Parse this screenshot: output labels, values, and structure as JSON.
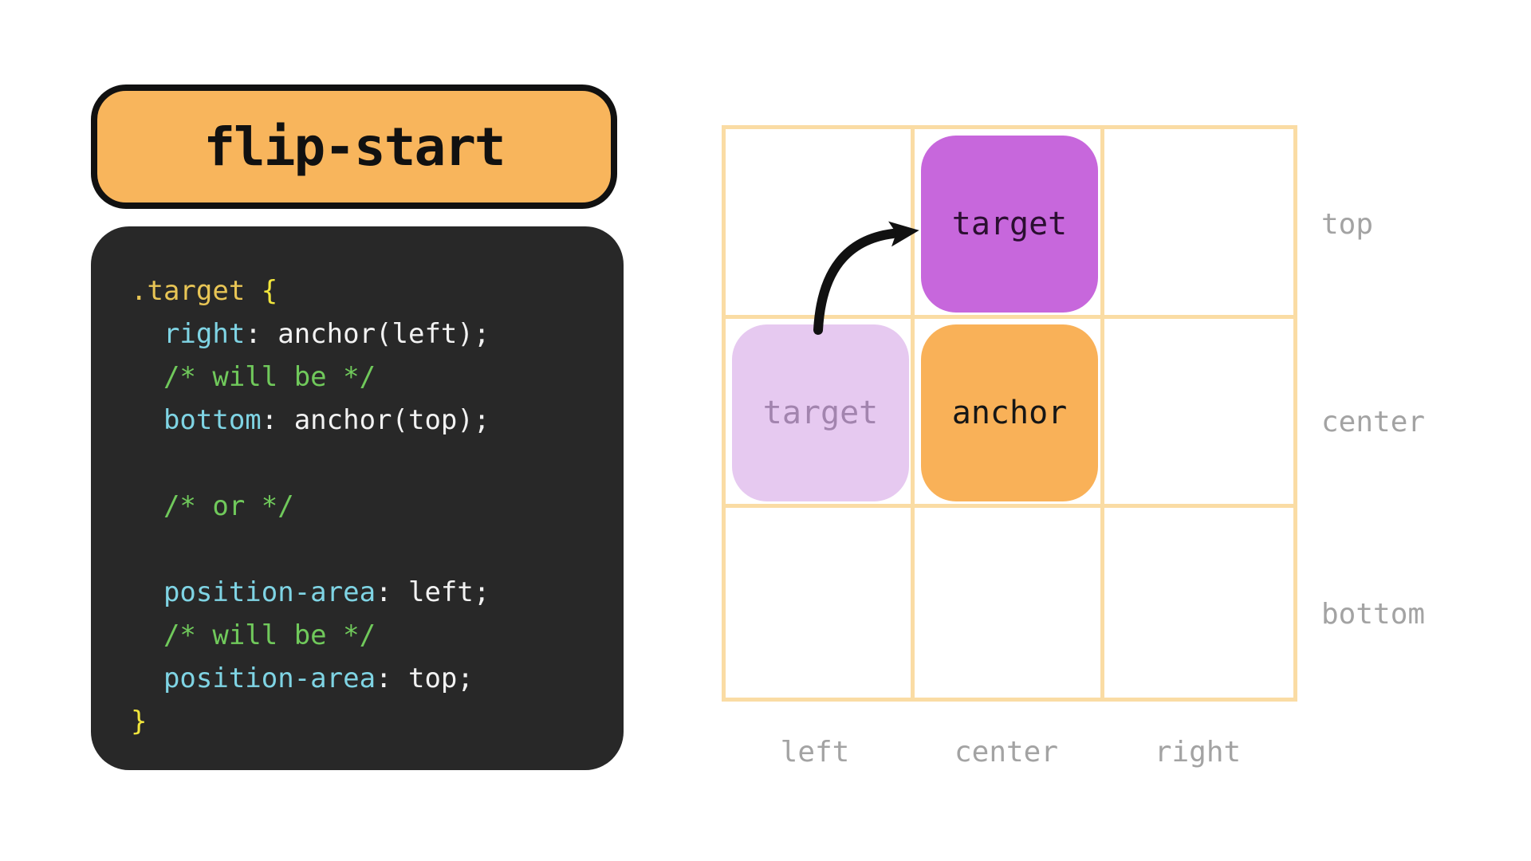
{
  "badge": {
    "label": "flip-start"
  },
  "code": {
    "lines": [
      {
        "segments": [
          {
            "text": ".target ",
            "color": "selector"
          },
          {
            "text": "{",
            "color": "brace"
          }
        ]
      },
      {
        "segments": [
          {
            "text": "  right",
            "color": "property"
          },
          {
            "text": ": anchor(left);",
            "color": "plain"
          }
        ]
      },
      {
        "segments": [
          {
            "text": "  /* will be */",
            "color": "comment"
          }
        ]
      },
      {
        "segments": [
          {
            "text": "  bottom",
            "color": "property"
          },
          {
            "text": ": anchor(top);",
            "color": "plain"
          }
        ]
      },
      {
        "segments": []
      },
      {
        "segments": [
          {
            "text": "  /* or */",
            "color": "comment"
          }
        ]
      },
      {
        "segments": []
      },
      {
        "segments": [
          {
            "text": "  position-area",
            "color": "property"
          },
          {
            "text": ": left;",
            "color": "plain"
          }
        ]
      },
      {
        "segments": [
          {
            "text": "  /* will be */",
            "color": "comment"
          }
        ]
      },
      {
        "segments": [
          {
            "text": "  position-area",
            "color": "property"
          },
          {
            "text": ": top;",
            "color": "plain"
          }
        ]
      },
      {
        "segments": [
          {
            "text": "}",
            "color": "brace"
          }
        ]
      }
    ]
  },
  "grid": {
    "row_labels": [
      "top",
      "center",
      "bottom"
    ],
    "col_labels": [
      "left",
      "center",
      "right"
    ],
    "boxes": {
      "flipped_target": {
        "label": "target"
      },
      "original_target": {
        "label": "target"
      },
      "anchor": {
        "label": "anchor"
      }
    }
  },
  "colors": {
    "badge_bg": "#F8B55C",
    "outline": "#111111",
    "code_bg": "#282828",
    "code_selector": "#E8C555",
    "code_brace": "#F0E53C",
    "code_property": "#7FD4E4",
    "code_plain": "#F2F2F2",
    "code_comment": "#70C95B",
    "grid_line": "#FADCA4",
    "box_flipped_bg": "#C767DC",
    "box_flipped_text": "#2B0F31",
    "box_origin_bg": "#E6C9F0",
    "box_origin_text": "#A284AE",
    "box_anchor_bg": "#F9B158",
    "box_anchor_text": "#161616",
    "label_gray": "#A3A3A3",
    "arrow": "#111111"
  }
}
